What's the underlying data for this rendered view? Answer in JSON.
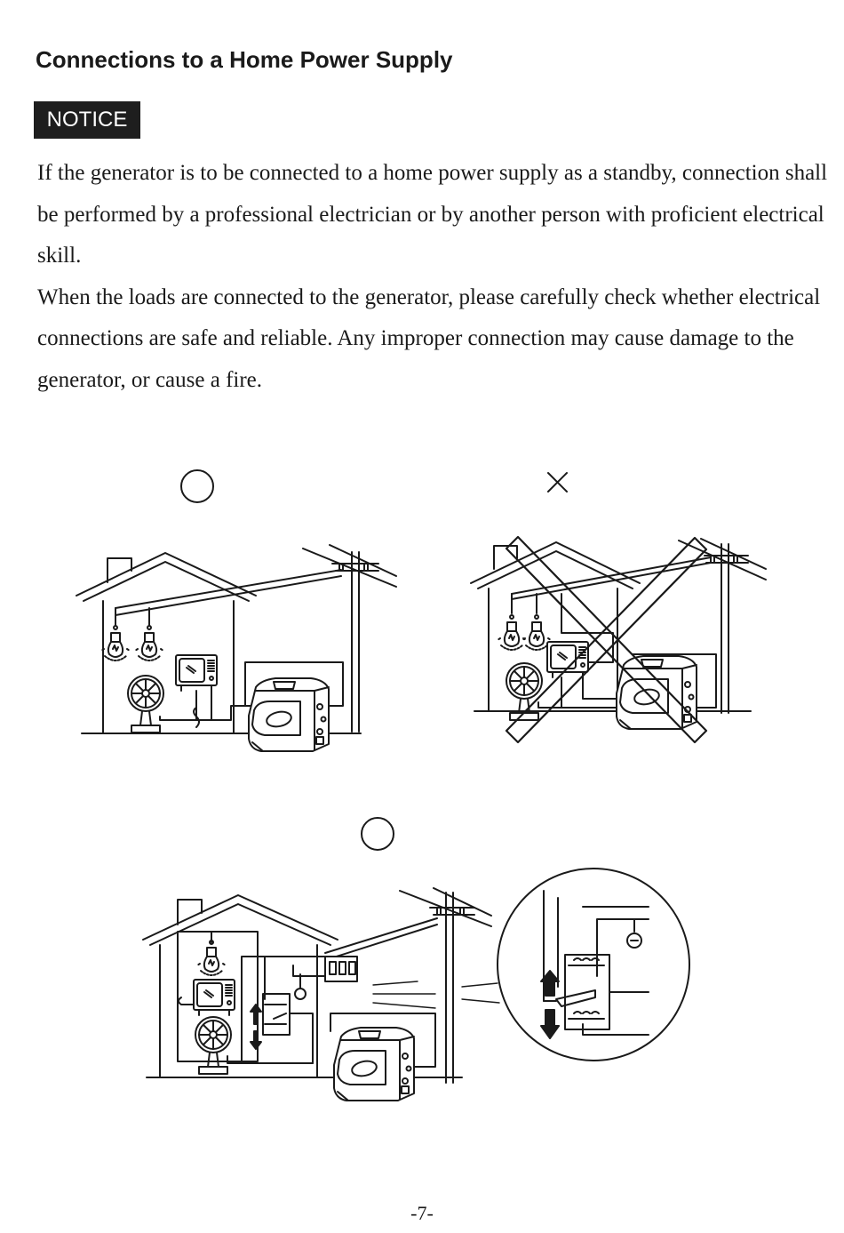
{
  "heading": "Connections to a Home Power Supply",
  "notice_label": "NOTICE",
  "paragraphs": [
    "If the generator is to be connected to a home power supply as a standby, connection shall be performed by a professional electrician or by another person with proficient electrical skill.",
    "When the loads are connected to the generator, please carefully check whether electrical connections are safe and reliable. Any improper connection may cause damage to the generator, or cause a fire."
  ],
  "figures": {
    "correct_mark": "circle",
    "incorrect_mark": "cross",
    "icons": [
      "house-icon",
      "utility-pole-icon",
      "light-bulb-icon",
      "television-icon",
      "fan-icon",
      "generator-icon",
      "switch-box-icon",
      "arrow-up-icon",
      "arrow-down-icon"
    ]
  },
  "page_number": "-7-"
}
